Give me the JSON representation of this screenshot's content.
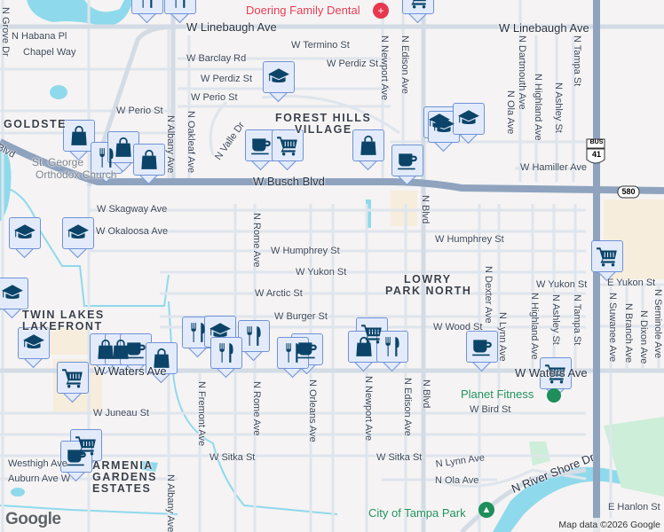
{
  "map": {
    "poi": {
      "dental": "Doering Family Dental",
      "church_line1": "St. George",
      "church_line2": "Orthodox Church",
      "fitness": "Planet Fitness",
      "park": "City of Tampa Park"
    },
    "neighborhoods": {
      "goldstein": "GOLDSTE",
      "forest_hills_1": "FOREST HILLS",
      "forest_hills_2": "VILLAGE",
      "lowry_1": "LOWRY",
      "lowry_2": "PARK NORTH",
      "twin_lakes_1": "TWIN LAKES",
      "twin_lakes_2": "LAKEFRONT",
      "armenia_1": "ARMENIA",
      "armenia_2": "GARDENS",
      "armenia_3": "ESTATES"
    },
    "streets": {
      "linebaugh": "W Linebaugh Ave",
      "habana_pl": "N Habana Pl",
      "chapel": "Chapel Way",
      "termino": "W Termino St",
      "barclay": "W Barclay Rd",
      "perdiz": "W Perdiz St",
      "perio": "W Perio St",
      "grove": "N Grove Dr",
      "albany": "N Albany Ave",
      "oakleaf": "N Oakleaf Ave",
      "valle": "N Valle Dr",
      "busch": "W Busch Blvd",
      "busch_short": "Blvd",
      "skagway": "W Skagway Ave",
      "okaloosa": "W Okaloosa Ave",
      "humphrey": "W Humphrey St",
      "rome": "N Rome Ave",
      "newport": "N Newport Ave",
      "edison": "N Edison Ave",
      "dartmouth": "N Dartmouth Ave",
      "ola": "N Ola Ave",
      "highland": "N Highland Ave",
      "ashley": "N Ashley St",
      "tampa": "N Tampa St",
      "hamiller": "W Hamiller Ave",
      "nblvd": "N Blvd",
      "yukon": "W Yukon St",
      "e_yukon": "E Yukon St",
      "arctic": "W Arctic St",
      "burger": "W Burger St",
      "wood": "W Wood St",
      "dexter": "N Dexter Ave",
      "lynn": "N Lynn Ave",
      "suwanee": "N Suwanee Ave",
      "branch": "N Branch Ave",
      "dixon": "N Dixon Ave",
      "seminole": "N Seminole Ave",
      "waters": "W Waters Ave",
      "bird": "W Bird St",
      "juneau": "W Juneau St",
      "fremont": "N Fremont Ave",
      "orleans": "N Orleans Ave",
      "sitka": "W Sitka St",
      "river_shore": "N River Shore Dr",
      "westhigh": "Westhigh Ave",
      "auburn": "Auburn Ave W",
      "hanlon": "E Hanlon St",
      "us41": "41",
      "us41_bus": "BUS",
      "sr580": "580"
    },
    "markers": [
      "restaurant",
      "restaurant",
      "cart",
      "school",
      "shopping",
      "restaurant",
      "shopping",
      "shopping",
      "coffee",
      "cart",
      "shopping",
      "coffee",
      "school",
      "school",
      "school",
      "school",
      "school",
      "school",
      "cart",
      "shopping",
      "shopping",
      "coffee",
      "shopping",
      "cart",
      "cart",
      "coffee",
      "school",
      "restaurant",
      "school",
      "restaurant",
      "restaurant",
      "coffee",
      "restaurant",
      "cart",
      "shopping",
      "restaurant",
      "coffee",
      "cart"
    ],
    "colors": {
      "marker_icon": "#0b4468",
      "marker_bg": "#e3ebfb",
      "marker_border": "#6f92d6",
      "water": "#8fd9ec",
      "highway": "#8fa3be",
      "dental": "#e8384f",
      "park": "#1e8e5a"
    },
    "logo": "Google",
    "attribution": "Map data ©2026 Google"
  }
}
